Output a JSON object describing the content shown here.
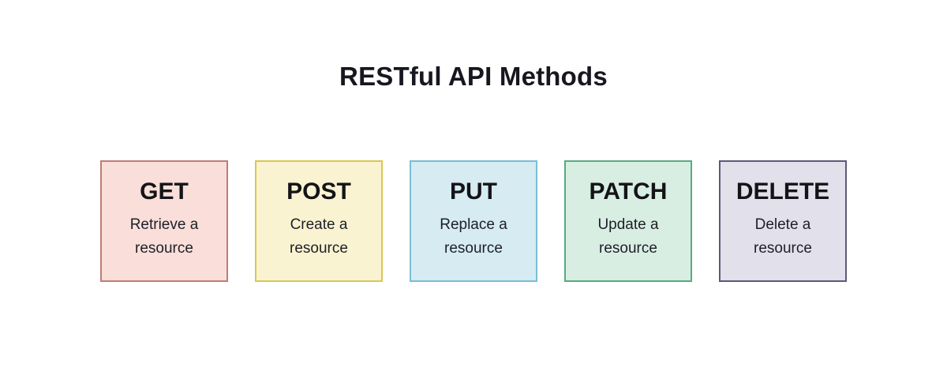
{
  "title": "RESTful API Methods",
  "methods": [
    {
      "name": "GET",
      "description": "Retrieve a resource",
      "bg_color": "#f9ded9",
      "border_color": "#bf7d76"
    },
    {
      "name": "POST",
      "description": "Create a resource",
      "bg_color": "#faf3d1",
      "border_color": "#d9c84f"
    },
    {
      "name": "PUT",
      "description": "Replace a resource",
      "bg_color": "#d6ebf2",
      "border_color": "#79bed6"
    },
    {
      "name": "PATCH",
      "description": "Update a resource",
      "bg_color": "#d9eee3",
      "border_color": "#57ab80"
    },
    {
      "name": "DELETE",
      "description": "Delete a resource",
      "bg_color": "#e1e0eb",
      "border_color": "#5c5a78"
    }
  ]
}
